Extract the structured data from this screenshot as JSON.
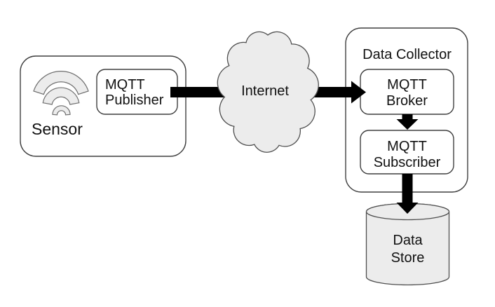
{
  "colors": {
    "background": "#ffffff",
    "box_fill": "#ffffff",
    "shape_fill": "#ececec",
    "outline": "#3e3e3e",
    "shape_outline": "#4f4f4f",
    "wifi_outline": "#6f6f6f",
    "arrow": "#000000",
    "text": "#111111"
  },
  "nodes": {
    "sensor": {
      "label": "Sensor"
    },
    "publisher": {
      "line1": "MQTT",
      "line2": "Publisher"
    },
    "internet": {
      "label": "Internet"
    },
    "collector": {
      "label": "Data Collector"
    },
    "broker": {
      "line1": "MQTT",
      "line2": "Broker"
    },
    "subscriber": {
      "line1": "MQTT",
      "line2": "Subscriber"
    },
    "store": {
      "line1": "Data",
      "line2": "Store"
    }
  },
  "icons": [
    {
      "name": "wifi-signal-icon",
      "meaning": "wireless signal arcs inside Sensor box"
    }
  ],
  "edges": [
    {
      "from": "MQTT Publisher",
      "via": "Internet",
      "to": "MQTT Broker"
    },
    {
      "from": "MQTT Broker",
      "to": "MQTT Subscriber"
    },
    {
      "from": "MQTT Subscriber",
      "to": "Data Store"
    }
  ]
}
